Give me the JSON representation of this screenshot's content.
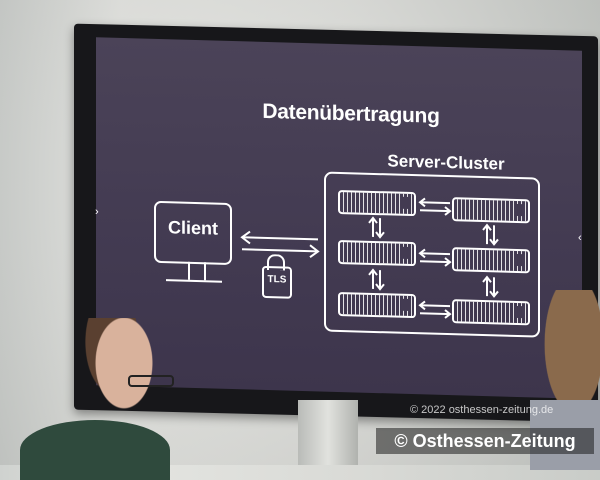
{
  "slide": {
    "title": "Datenübertragung",
    "cluster_title": "Server-Cluster",
    "client_label": "Client",
    "lock_label": "TLS"
  },
  "watermark": {
    "small": "© 2022 osthessen-zeitung.de",
    "large": "© Osthessen-Zeitung"
  },
  "icons": {
    "lock": "lock-icon",
    "monitor": "monitor-icon",
    "server": "server-icon"
  }
}
